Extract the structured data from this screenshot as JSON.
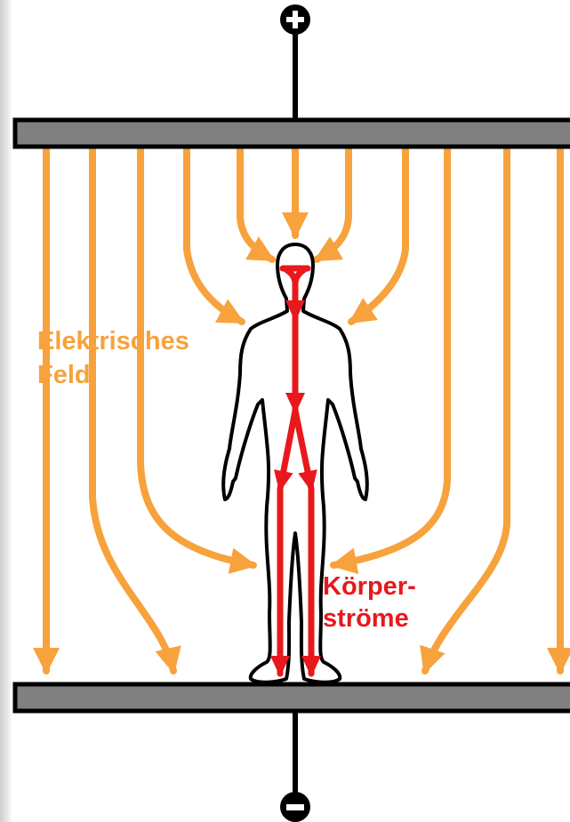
{
  "labels": {
    "field_line1": "Elektrisches",
    "field_line2": "Feld",
    "body_line1": "Körper-",
    "body_line2": "ströme"
  },
  "terminals": {
    "top": "+",
    "bottom": "−"
  },
  "colors": {
    "field": "#f7a23c",
    "current": "#e8181c",
    "plate": "#808080",
    "outline": "#000000"
  },
  "icons": {
    "top_terminal": "plus-terminal-icon",
    "bottom_terminal": "minus-terminal-icon"
  }
}
